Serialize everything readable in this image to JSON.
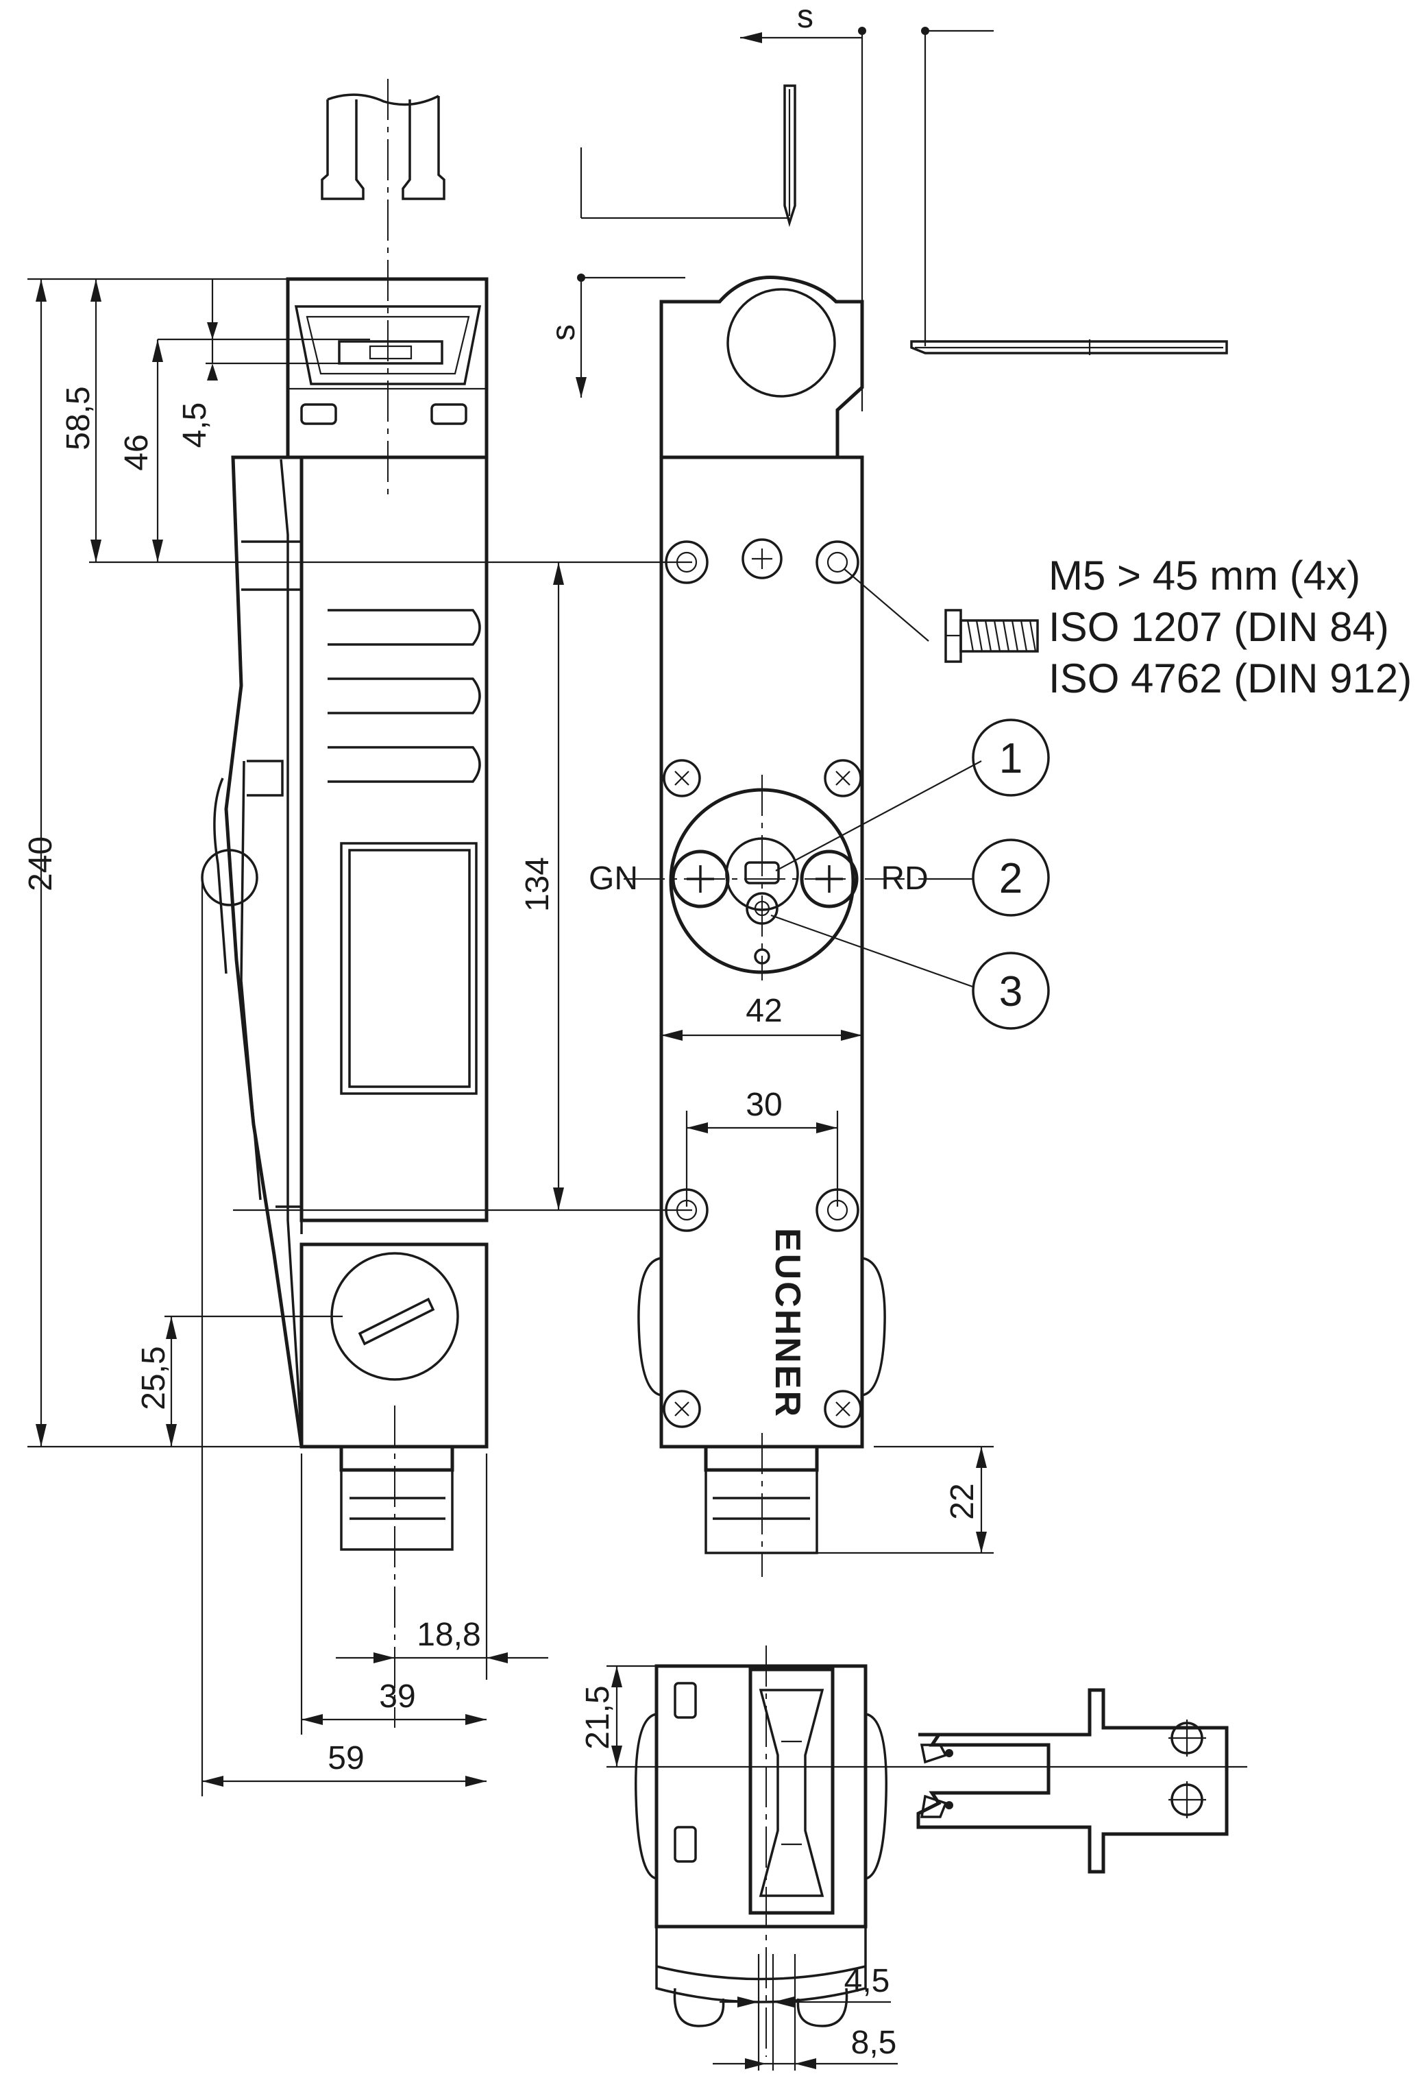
{
  "dimensions": {
    "total_height": "240",
    "top_58_5": "58,5",
    "top_46": "46",
    "top_4_5": "4,5",
    "hole_spacing_134": "134",
    "bottom_25_5": "25,5",
    "width_18_8": "18,8",
    "width_39": "39",
    "width_59": "59",
    "width_42": "42",
    "width_30": "30",
    "cable_22": "22",
    "side_21_5": "21,5",
    "bottom_4_5": "4,5",
    "bottom_8_5": "8,5",
    "travel_s_top": "s",
    "travel_s_side": "s"
  },
  "screw_note": {
    "line1": "M5 > 45 mm (4x)",
    "line2": "ISO 1207 (DIN 84)",
    "line3": "ISO 4762 (DIN 912)"
  },
  "led_labels": {
    "left": "GN",
    "right": "RD"
  },
  "callouts": [
    "1",
    "2",
    "3"
  ],
  "brand_text": "EUCHNER"
}
